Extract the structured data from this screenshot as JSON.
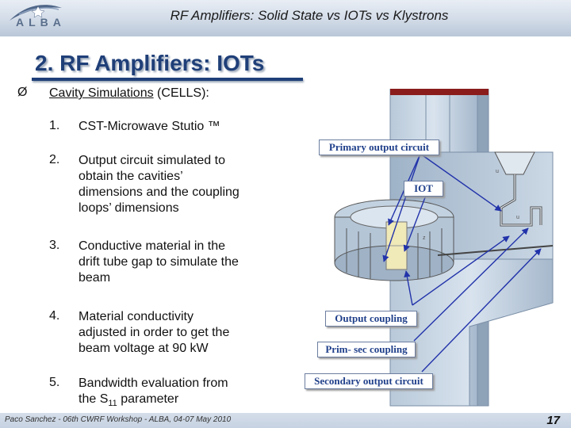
{
  "header": {
    "logo_text": "ALBA",
    "title": "RF Amplifiers: Solid State vs IOTs vs Klystrons"
  },
  "slide": {
    "title": "2. RF Amplifiers: IOTs",
    "bullet_symbol": "Ø",
    "bullet_text_u": "Cavity Simulations",
    "bullet_text_rest": " (CELLS):"
  },
  "items": [
    {
      "num": "1.",
      "lines": [
        "CST-Microwave Stutio ™"
      ]
    },
    {
      "num": "2.",
      "lines": [
        "Output circuit simulated to",
        "obtain the cavities’",
        "dimensions and the coupling",
        "loops’ dimensions"
      ]
    },
    {
      "num": "3.",
      "lines": [
        "Conductive material in the",
        "drift tube gap to simulate the",
        "beam"
      ]
    },
    {
      "num": "4.",
      "lines": [
        "Material conductivity",
        "adjusted in order to get the",
        "beam voltage at 90 kW"
      ]
    },
    {
      "num": "5.",
      "pre": "Bandwidth evaluation from",
      "line2_a": "the S",
      "line2_sub": "11",
      "line2_b": " parameter"
    }
  ],
  "figure_labels": {
    "primary": "Primary output circuit",
    "iot": "IOT",
    "output_coupling": "Output coupling",
    "prim_sec": "Prim- sec coupling",
    "secondary": "Secondary output circuit",
    "axis_u1": "u",
    "axis_u2": "u",
    "axis_z": "z"
  },
  "footer": {
    "text": "Paco Sanchez  -  06th CWRF Workshop  - ALBA, 04-07 May 2010",
    "page": "17"
  },
  "colors": {
    "title": "#1f3f78",
    "label_text": "#1f3f8a",
    "arrow": "#2233aa"
  }
}
